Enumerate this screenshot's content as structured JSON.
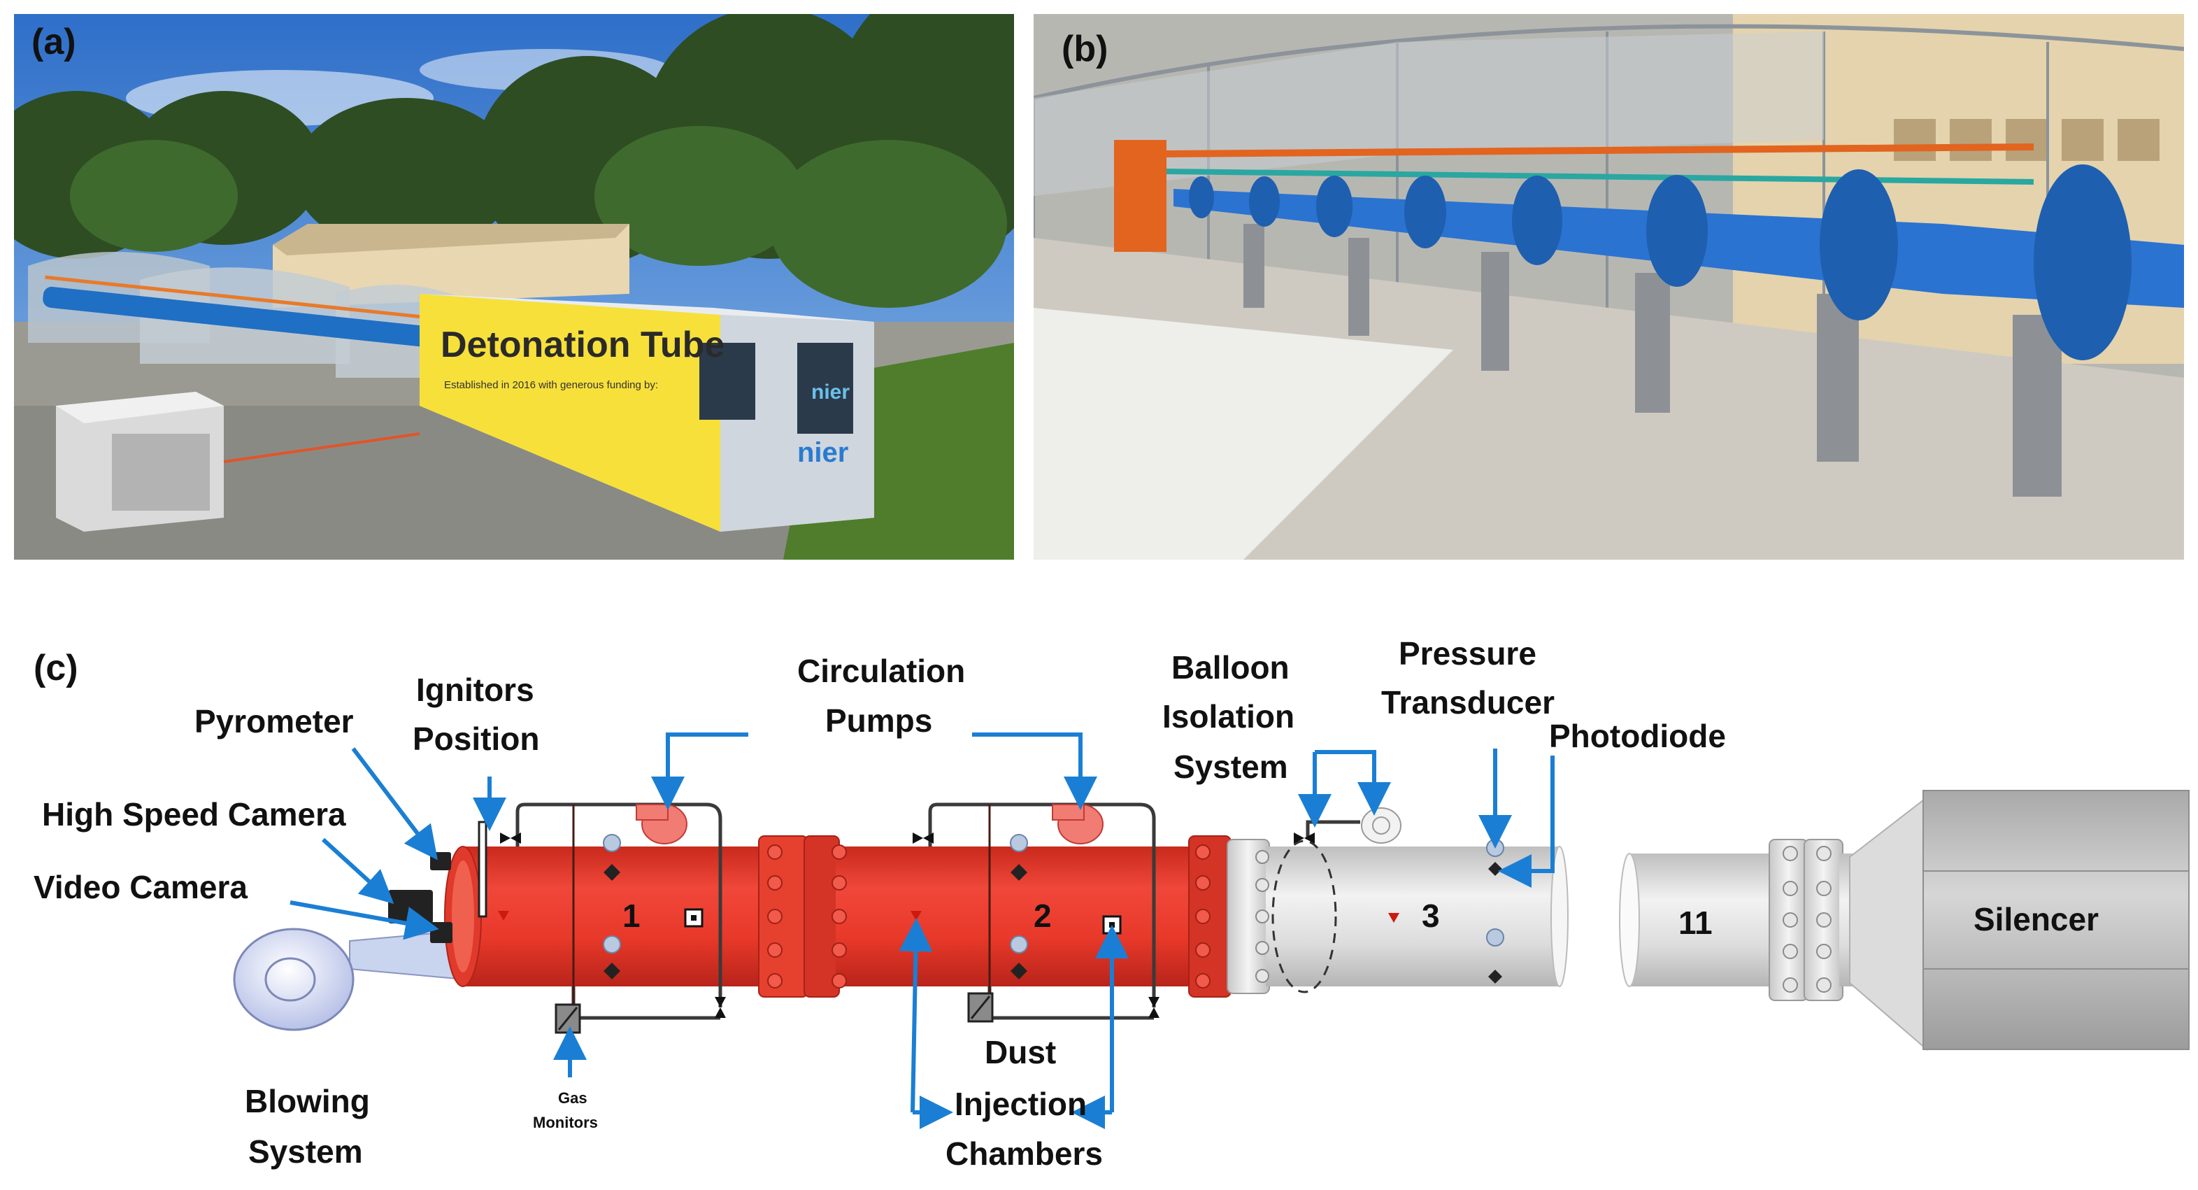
{
  "panels": {
    "a": {
      "letter": "(a)",
      "sign_text": "Detonation Tube",
      "sign_sub": "Established in 2016 with generous funding by:",
      "brand_short": "nier"
    },
    "b": {
      "letter": "(b)"
    },
    "c": {
      "letter": "(c)"
    }
  },
  "diagram": {
    "labels": {
      "pyrometer": "Pyrometer",
      "ignitors_1": "Ignitors",
      "ignitors_2": "Position",
      "high_speed_camera": "High Speed Camera",
      "video_camera": "Video Camera",
      "circulation_1": "Circulation",
      "circulation_2": "Pumps",
      "balloon_1": "Balloon",
      "balloon_2": "Isolation",
      "balloon_3": "System",
      "pressure_1": "Pressure",
      "pressure_2": "Transducer",
      "photodiode": "Photodiode",
      "blowing_1": "Blowing",
      "blowing_2": "System",
      "gas_1": "Gas",
      "gas_2": "Monitors",
      "dust_1": "Dust",
      "dust_2": "Injection",
      "dust_3": "Chambers",
      "silencer": "Silencer"
    },
    "section_numbers": {
      "s1": "1",
      "s2": "2",
      "s3": "3",
      "s11": "11"
    },
    "colors": {
      "tube_red": "#e8392a",
      "tube_grey": "#d9d9d9",
      "arrow_blue": "#1a7fd4",
      "photo_blue": "#1e78c8"
    }
  }
}
